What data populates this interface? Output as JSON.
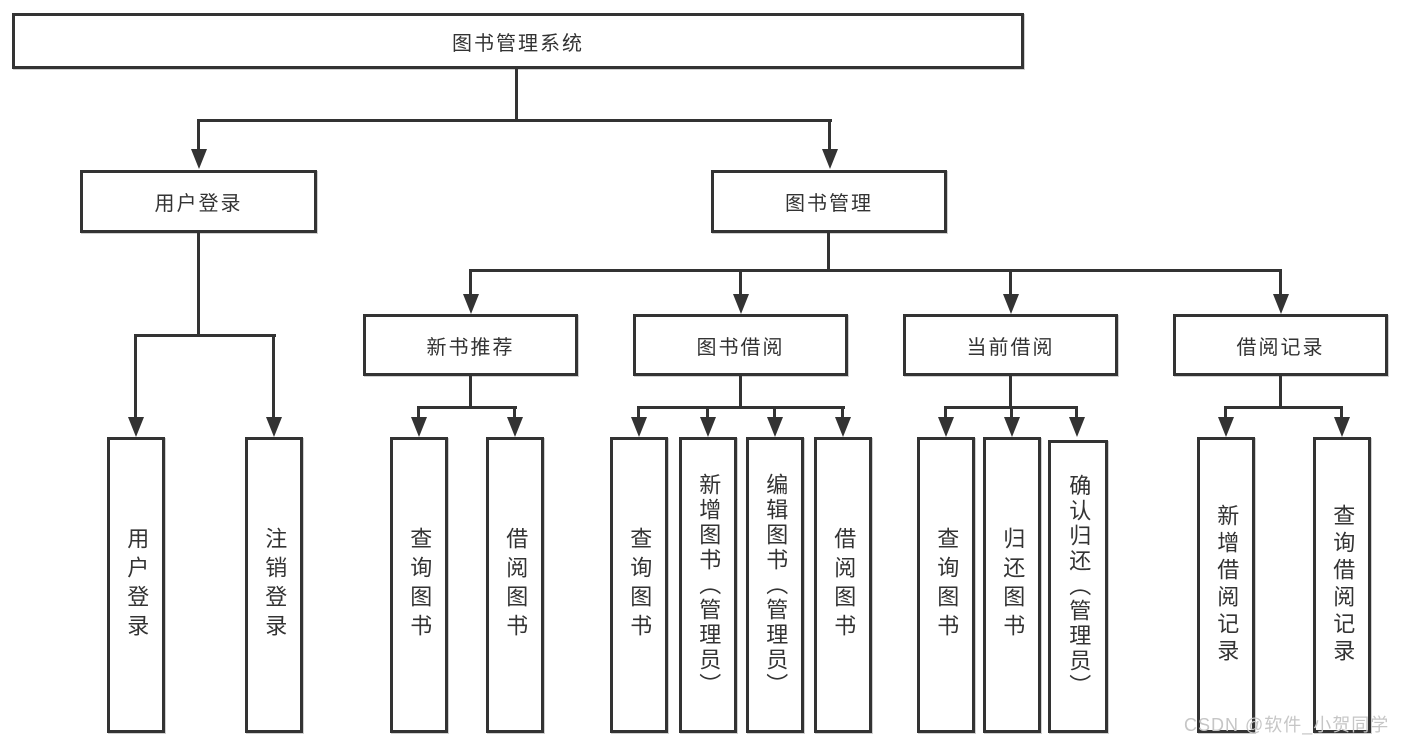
{
  "title": "图书管理系统",
  "watermark": "CSDN @软件_小贺同学",
  "colors": {
    "line": "#333333",
    "text": "#333333",
    "background": "#ffffff",
    "watermark": "#c6c6c6"
  },
  "branches": [
    {
      "label": "用户登录",
      "leaves": [
        {
          "label": "用户登录"
        },
        {
          "label": "注销登录"
        }
      ]
    },
    {
      "label": "图书管理",
      "groups": [
        {
          "label": "新书推荐",
          "leaves": [
            {
              "label": "查询图书"
            },
            {
              "label": "借阅图书"
            }
          ]
        },
        {
          "label": "图书借阅",
          "leaves": [
            {
              "label": "查询图书"
            },
            {
              "label": "新增图书（管理员）"
            },
            {
              "label": "编辑图书（管理员）"
            },
            {
              "label": "借阅图书"
            }
          ]
        },
        {
          "label": "当前借阅",
          "leaves": [
            {
              "label": "查询图书"
            },
            {
              "label": "归还图书"
            },
            {
              "label": "确认归还（管理员）"
            }
          ]
        },
        {
          "label": "借阅记录",
          "leaves": [
            {
              "label": "新增借阅记录"
            },
            {
              "label": "查询借阅记录"
            }
          ]
        }
      ]
    }
  ]
}
